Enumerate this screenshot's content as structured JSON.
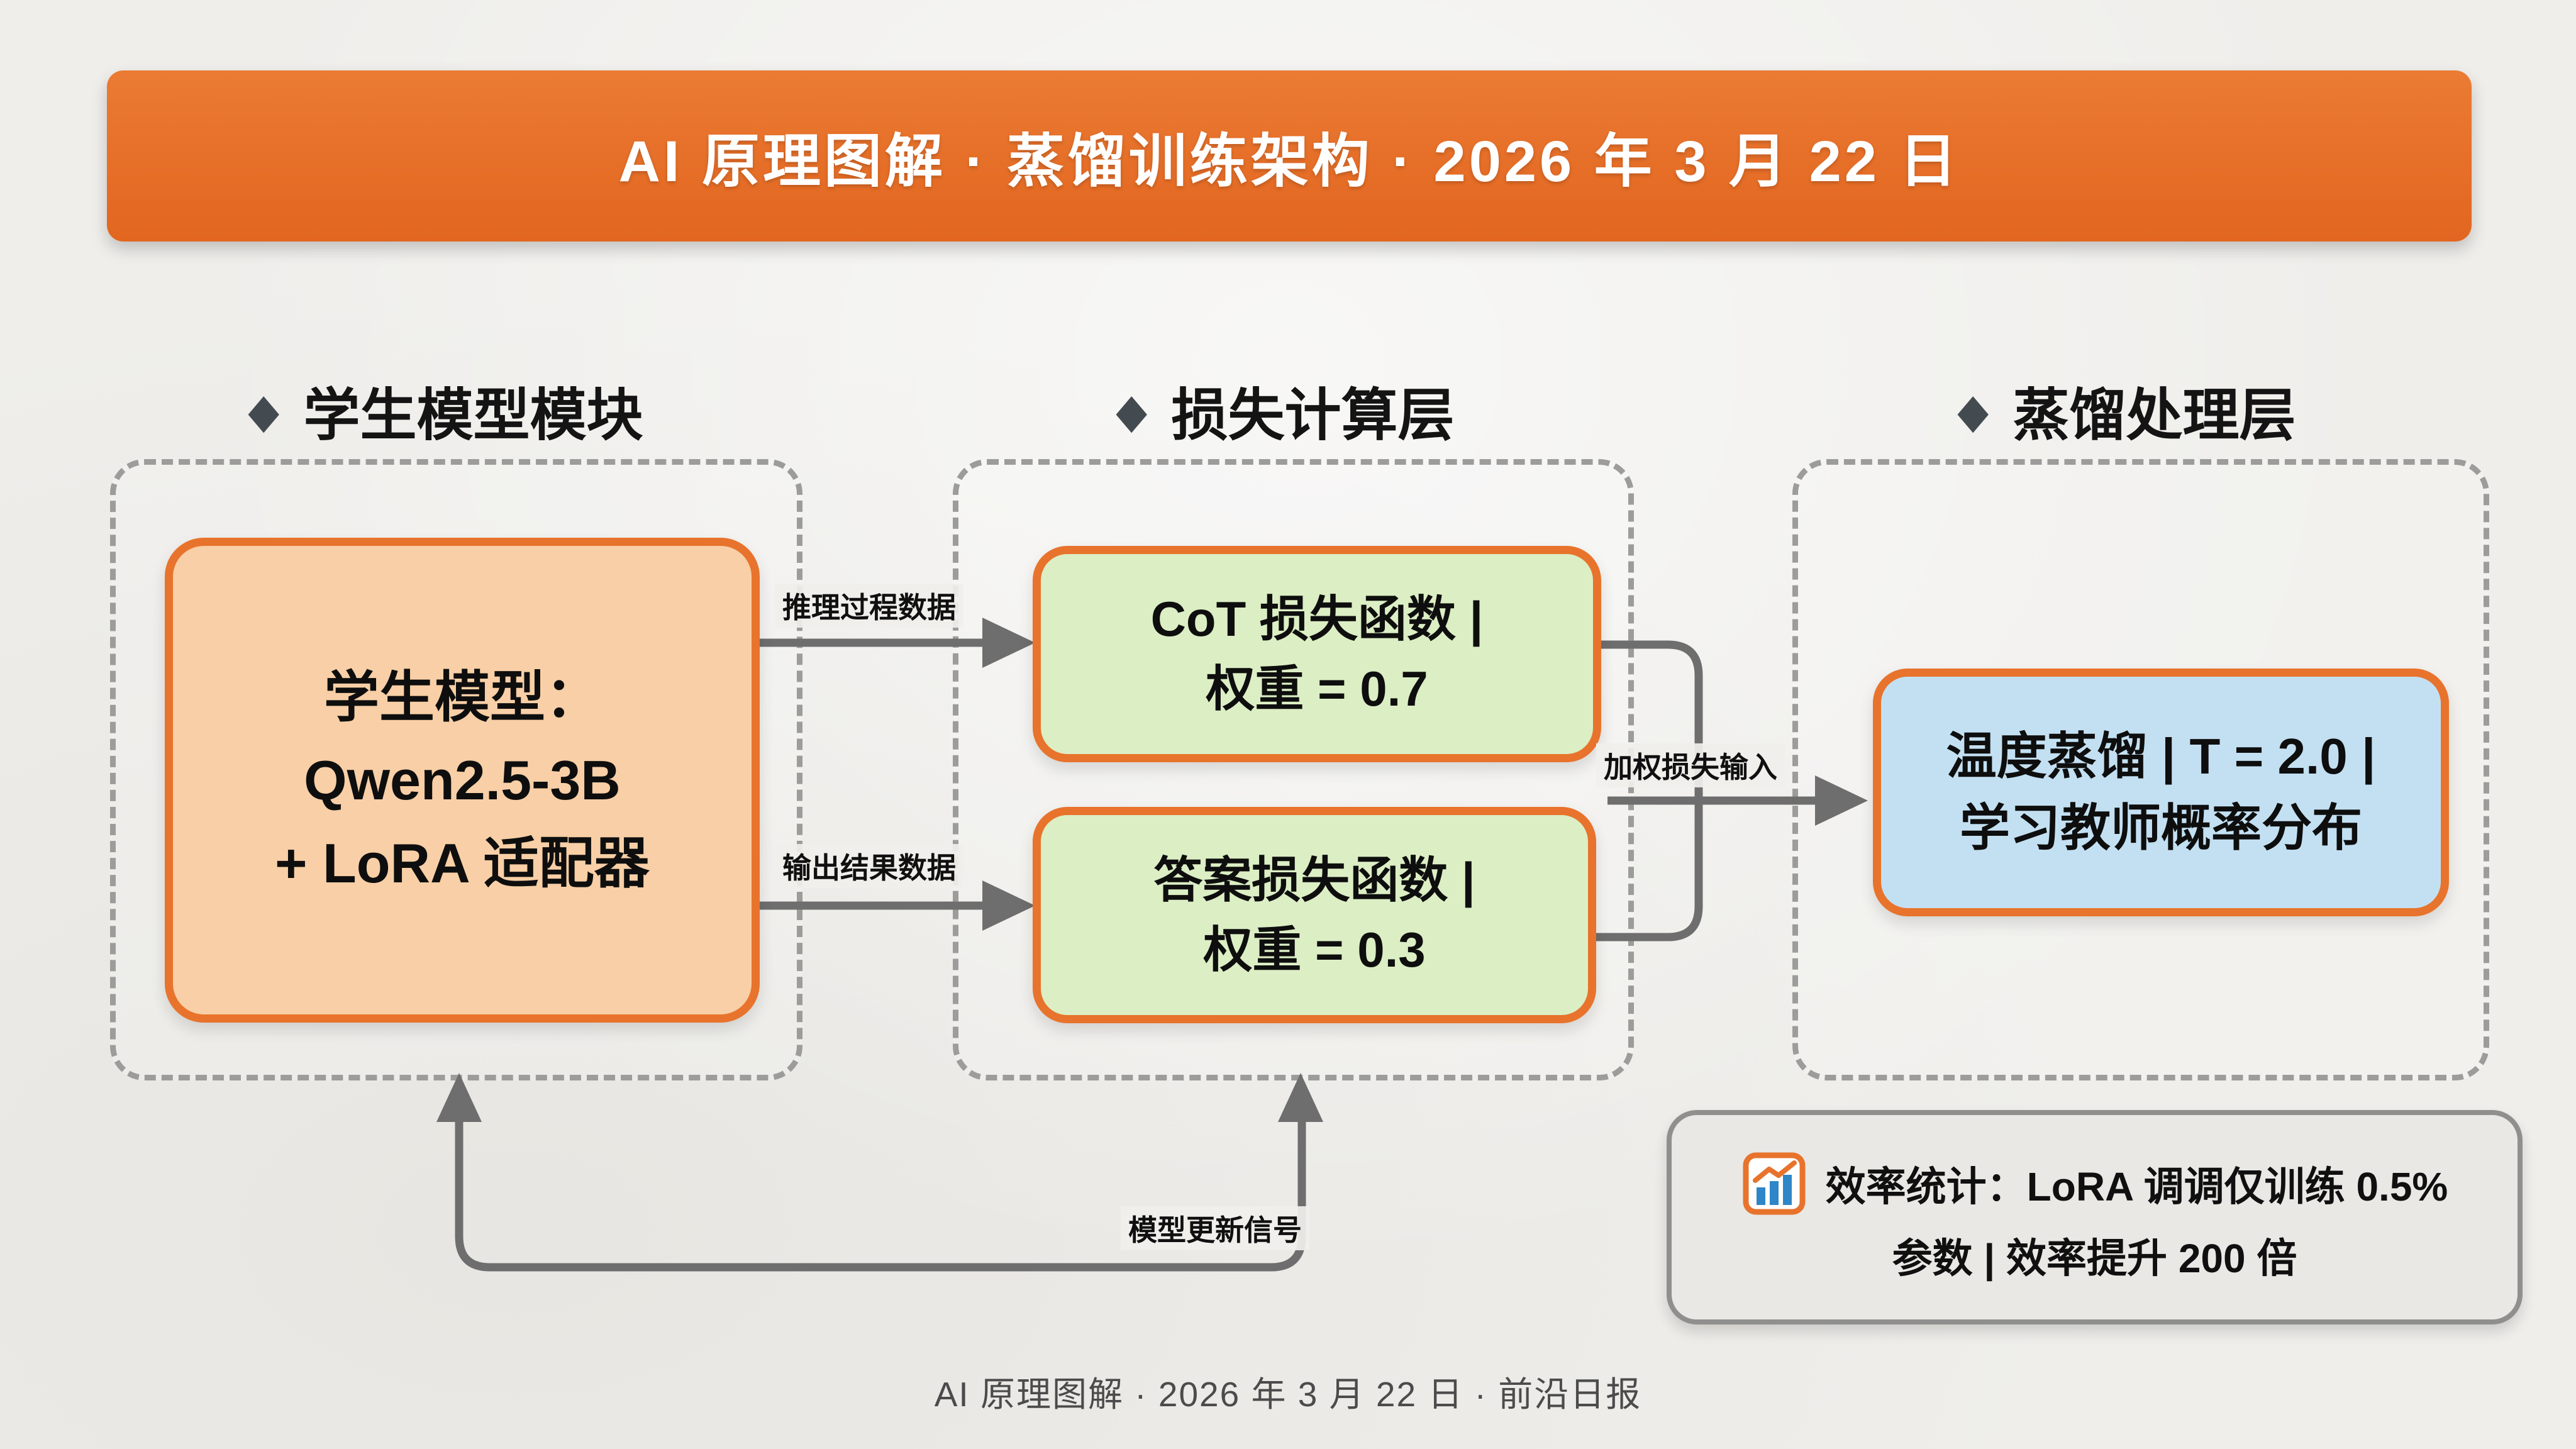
{
  "banner": {
    "title": "AI 原理图解 · 蒸馏训练架构 · 2026 年 3 月 22 日",
    "bg_color": "#E7712A",
    "text_color": "#FFFFFF"
  },
  "sections": [
    {
      "bullet": "◆",
      "title": "学生模型模块"
    },
    {
      "bullet": "◆",
      "title": "损失计算层"
    },
    {
      "bullet": "◆",
      "title": "蒸馏处理层"
    }
  ],
  "nodes": {
    "student": {
      "lines": [
        "学生模型：",
        "Qwen2.5-3B",
        "+ LoRA 适配器"
      ],
      "fill": "#F8CFA6",
      "border": "#E8732C"
    },
    "cot_loss": {
      "lines": [
        "CoT 损失函数 |",
        "权重 = 0.7"
      ],
      "fill": "#DCEEC4",
      "border": "#E8732C"
    },
    "answer_loss": {
      "lines": [
        "答案损失函数 |",
        "权重 = 0.3"
      ],
      "fill": "#DCEEC4",
      "border": "#E8732C"
    },
    "temperature": {
      "lines": [
        "温度蒸馏 | T = 2.0 |",
        "学习教师概率分布"
      ],
      "fill": "#C3E0F2",
      "border": "#E8732C"
    }
  },
  "edge_labels": {
    "reasoning": "推理过程数据",
    "output": "输出结果数据",
    "weighted_loss": "加权损失输入",
    "model_update": "模型更新信号"
  },
  "stats": {
    "icon": "bar-chart-icon",
    "line1": "效率统计：LoRA 调调仅训练 0.5%",
    "line2": "参数 | 效率提升 200 倍"
  },
  "footer": {
    "text": "AI 原理图解 · 2026 年 3 月 22 日 · 前沿日报"
  },
  "colors": {
    "arrow": "#6E6E6E",
    "dashed_border": "#9C9C9A",
    "background": "#EFEEEB"
  }
}
